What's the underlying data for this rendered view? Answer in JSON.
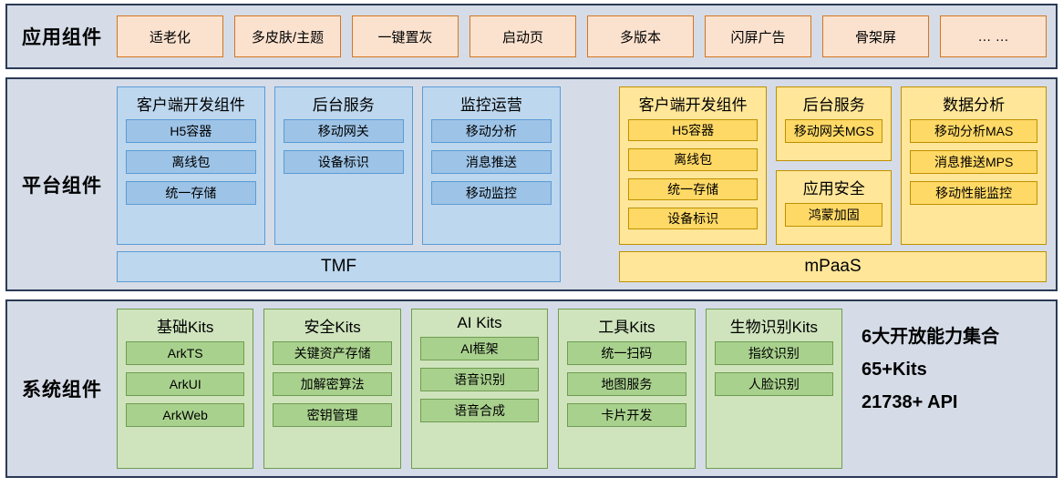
{
  "bands": {
    "app": {
      "label": "应用组件",
      "chips": [
        "适老化",
        "多皮肤/主题",
        "一键置灰",
        "启动页",
        "多版本",
        "闪屏广告",
        "骨架屏",
        "… …"
      ]
    },
    "platform": {
      "label": "平台组件",
      "blue": {
        "groups": [
          {
            "title": "客户端开发组件",
            "chips": [
              "H5容器",
              "离线包",
              "统一存储"
            ]
          },
          {
            "title": "后台服务",
            "chips": [
              "移动网关",
              "设备标识"
            ]
          },
          {
            "title": "监控运营",
            "chips": [
              "移动分析",
              "消息推送",
              "移动监控"
            ]
          }
        ],
        "footer": "TMF"
      },
      "yellow": {
        "groups": [
          {
            "title": "客户端开发组件",
            "chips": [
              "H5容器",
              "离线包",
              "统一存储",
              "设备标识"
            ]
          },
          {
            "title": "后台服务",
            "chips": [
              "移动网关MGS"
            ]
          },
          {
            "title": "应用安全",
            "chips": [
              "鸿蒙加固"
            ]
          },
          {
            "title": "数据分析",
            "chips": [
              "移动分析MAS",
              "消息推送MPS",
              "移动性能监控"
            ]
          }
        ],
        "footer": "mPaaS"
      }
    },
    "system": {
      "label": "系统组件",
      "groups": [
        {
          "title": "基础Kits",
          "chips": [
            "ArkTS",
            "ArkUI",
            "ArkWeb"
          ]
        },
        {
          "title": "安全Kits",
          "chips": [
            "关键资产存储",
            "加解密算法",
            "密钥管理"
          ]
        },
        {
          "title": "AI Kits",
          "chips": [
            "AI框架",
            "语音识别",
            "语音合成"
          ]
        },
        {
          "title": "工具Kits",
          "chips": [
            "统一扫码",
            "地图服务",
            "卡片开发"
          ]
        },
        {
          "title": "生物识别Kits",
          "chips": [
            "指纹识别",
            "人脸识别"
          ]
        }
      ],
      "summary": [
        "6大开放能力集合",
        "65+Kits",
        "21738+ API"
      ]
    }
  },
  "colors": {
    "band_fill": "#d5dce7",
    "band_border": "#2b3a55",
    "orange_fill": "#fbe2cf",
    "orange_border": "#d4761e",
    "blue_group_fill": "#bdd7ee",
    "blue_chip_fill": "#9dc3e6",
    "blue_border": "#5b9bd5",
    "yellow_group_fill": "#ffe699",
    "yellow_chip_fill": "#ffd966",
    "yellow_border": "#bf9000",
    "green_group_fill": "#cfe4bd",
    "green_chip_fill": "#a9d18e",
    "green_border": "#6f9c50"
  }
}
